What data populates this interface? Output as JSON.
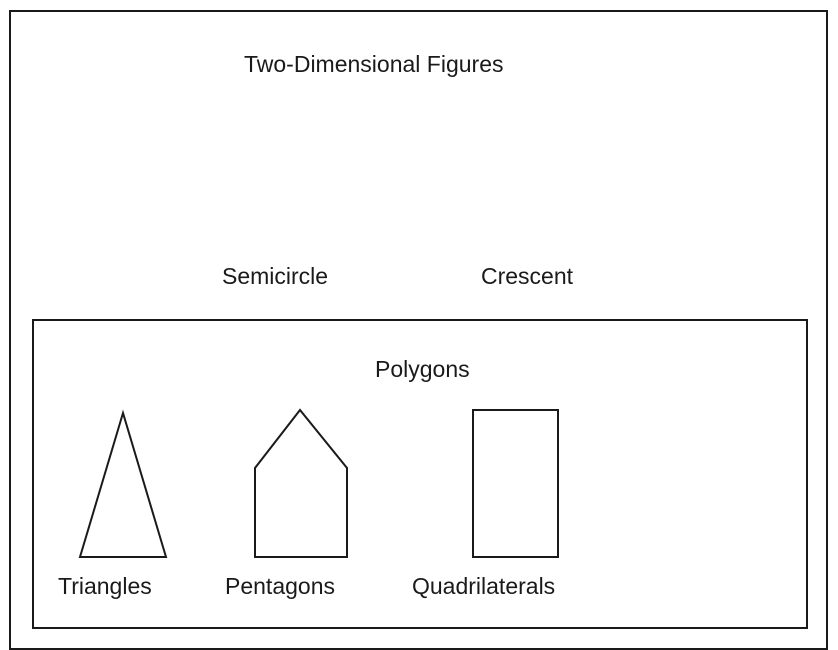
{
  "diagram": {
    "title": "Two-Dimensional Figures",
    "outside_items": [
      {
        "label": "Semicircle"
      },
      {
        "label": "Crescent"
      }
    ],
    "inner_group": {
      "title": "Polygons",
      "items": [
        {
          "label": "Triangles",
          "icon": "triangle-icon"
        },
        {
          "label": "Pentagons",
          "icon": "pentagon-icon"
        },
        {
          "label": "Quadrilaterals",
          "icon": "rectangle-icon"
        }
      ]
    },
    "colors": {
      "stroke": "#1a1a1a",
      "background": "#ffffff"
    }
  }
}
